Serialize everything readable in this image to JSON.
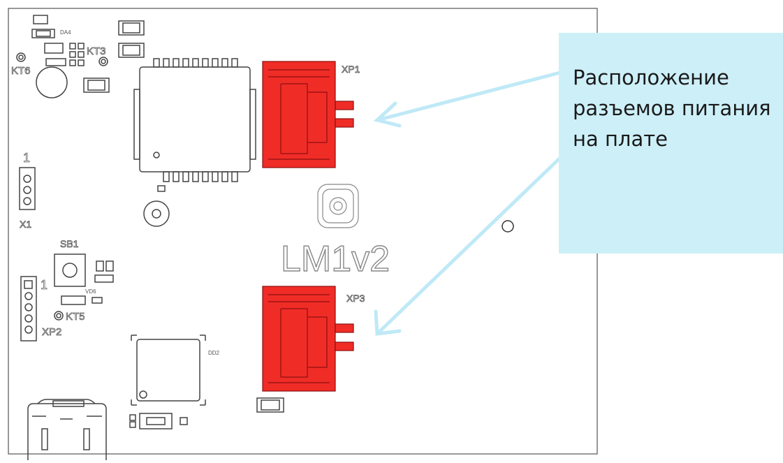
{
  "board": {
    "model_label": "LM1v2",
    "connectors": {
      "xp1": "XP1",
      "xp3": "XP3",
      "x1": "X1",
      "xp2": "XP2"
    },
    "pin1_marks": [
      "1",
      "1"
    ],
    "test_points": {
      "kt3": "KT3",
      "kt5": "KT5",
      "kt6": "KT6"
    },
    "button": "SB1",
    "chips": {
      "da4": "DA4",
      "dd2": "DD2",
      "vd6": "VD6"
    },
    "highlight_color": "#f02c27",
    "outline_color": "#555555"
  },
  "callout": {
    "lines": [
      "Расположение",
      "разъемов питания",
      "на плате"
    ],
    "background": "#cdeff8",
    "arrow_color": "#bfe9f6"
  }
}
